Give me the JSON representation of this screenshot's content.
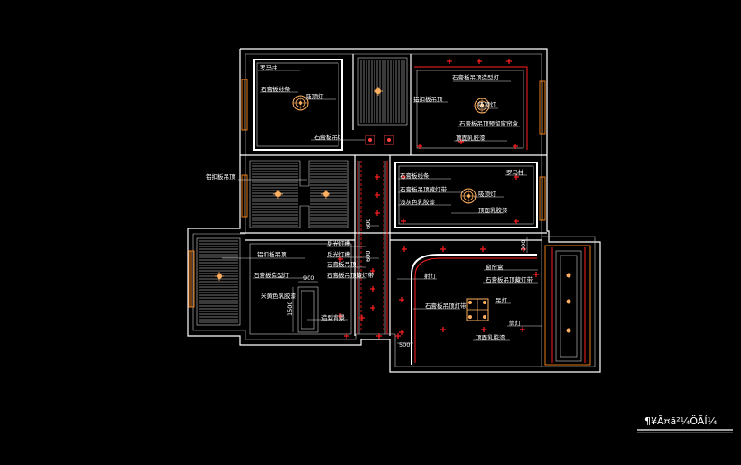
{
  "labels": {
    "l01": "罗马柱",
    "l02": "石膏板线条",
    "l03": "吸顶灯",
    "l04": "铝扣板吊顶",
    "l05": "石膏板吊顶造型灯",
    "l06": "吸顶灯",
    "l07": "石膏板吊顶预留窗帘盒",
    "l08": "石膏板吊灯",
    "l09": "顶面乳胶漆",
    "l10": "铝扣板吊顶",
    "l11": "罗马柱",
    "l12": "石膏板线条",
    "l13": "石膏板吊顶藏灯带",
    "l14": "吸顶灯",
    "l15": "浅灰色乳胶漆",
    "l16": "顶面乳胶漆",
    "l17": "铝扣板吊顶",
    "l18": "反光灯槽",
    "l19": "反光灯槽",
    "l20": "石膏板吊顶",
    "l21": "石膏板造型灯",
    "l22": "石膏板吊顶藏灯带",
    "l23": "射灯",
    "l24": "窗帘盒",
    "l25": "石膏板吊顶藏灯带",
    "l26": "吊灯",
    "l27": "筒灯",
    "l28": "石膏板吊顶灯带",
    "l29": "顶面乳胶漆",
    "l30": "米黄色乳胶漆",
    "l31": "造型背景"
  },
  "dims": {
    "d1": "900",
    "d2": "1500",
    "d3": "600",
    "d4": "600",
    "d5": "500",
    "d6": "300"
  },
  "title": "¶¥Ã¤ã²¼ÖÃÍ¼",
  "colors": {
    "background": "#000000",
    "wall": "#ffffff",
    "light_line": "#ff2020",
    "window": "#ff8a1c",
    "fixture": "#ffb060"
  }
}
